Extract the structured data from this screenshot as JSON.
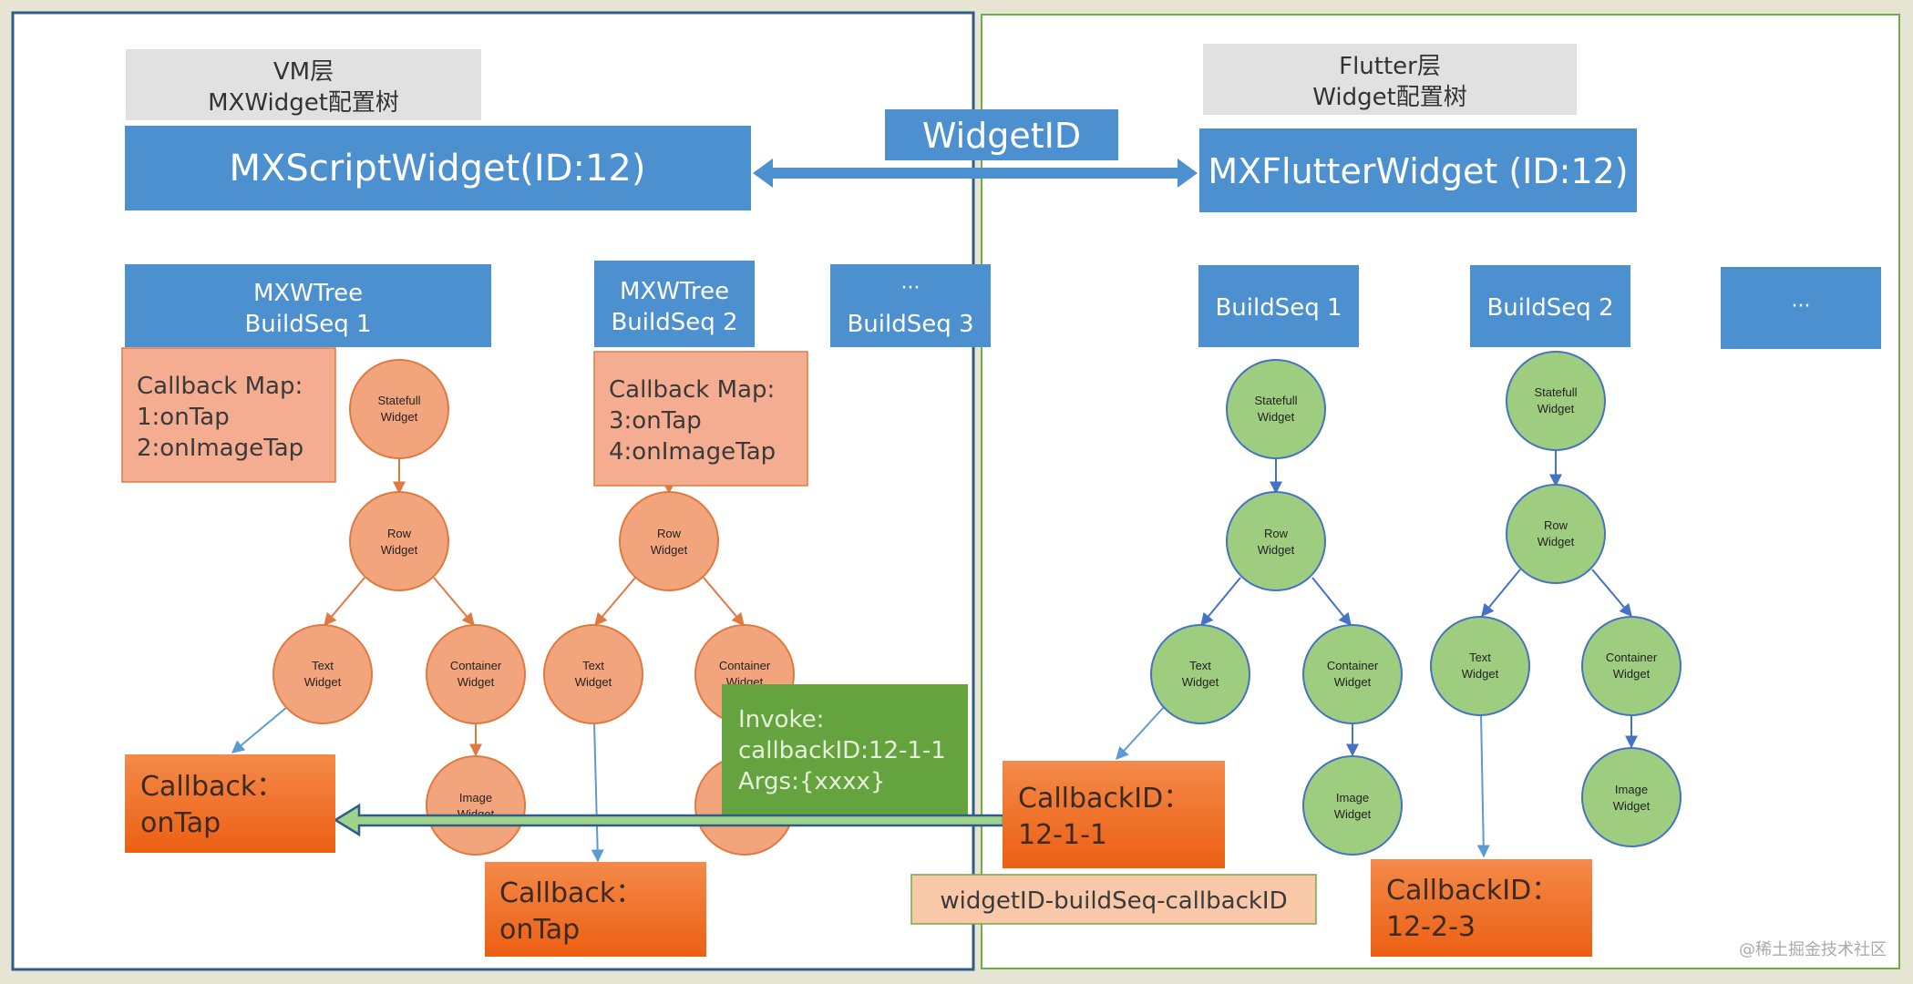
{
  "left_panel": {
    "header_line1": "VM层",
    "header_line2": "MXWidget配置树",
    "root_label": "MXScriptWidget(ID:12)",
    "seq1_line1": "MXWTree",
    "seq1_line2": "BuildSeq 1",
    "seq2_line1": "MXWTree",
    "seq2_line2": "BuildSeq 2",
    "seq3_line1": "···",
    "seq3_line2": "BuildSeq 3",
    "callback_map_1": {
      "line1": "Callback Map:",
      "line2": "1:onTap",
      "line3": "2:onImageTap"
    },
    "callback_map_2": {
      "line1": "Callback Map:",
      "line2": "3:onTap",
      "line3": "4:onImageTap"
    },
    "callback_box_1": {
      "line1": "Callback：",
      "line2": "onTap"
    },
    "callback_box_2": {
      "line1": "Callback：",
      "line2": "onTap"
    }
  },
  "right_panel": {
    "header_line1": "Flutter层",
    "header_line2": "Widget配置树",
    "root_label": "MXFlutterWidget (ID:12)",
    "seq1": "BuildSeq 1",
    "seq2": "BuildSeq 2",
    "seq3": "···",
    "callback_id_1": {
      "line1": "CallbackID：",
      "line2": "12-1-1"
    },
    "callback_id_2": {
      "line1": "CallbackID：",
      "line2": "12-2-3"
    }
  },
  "widget_id_label": "WidgetID",
  "invoke_box": {
    "line1": "Invoke:",
    "line2": "callbackID:12-1-1",
    "line3": "Args:{xxxx}"
  },
  "format_label": "widgetID-buildSeq-callbackID",
  "watermark": "@稀土掘金技术社区",
  "nodes": {
    "statefull": [
      "Statefull",
      "Widget"
    ],
    "row": [
      "Row",
      "Widget"
    ],
    "text": [
      "Text",
      "Widget"
    ],
    "container": [
      "Container",
      "Widget"
    ],
    "image": [
      "Image",
      "Widget"
    ]
  },
  "colors": {
    "blue_box": "#4d90d0",
    "orange_node": "#f2a57c",
    "orange_stroke": "#e0793f",
    "green_node": "#9fcd7f",
    "green_stroke": "#4472c4",
    "callback_box": "#f26e22",
    "callback_map": "#f5ad92",
    "invoke_green": "#65a33e",
    "header_gray": "#e1e1e1",
    "format_fill": "#f8c8a8"
  }
}
